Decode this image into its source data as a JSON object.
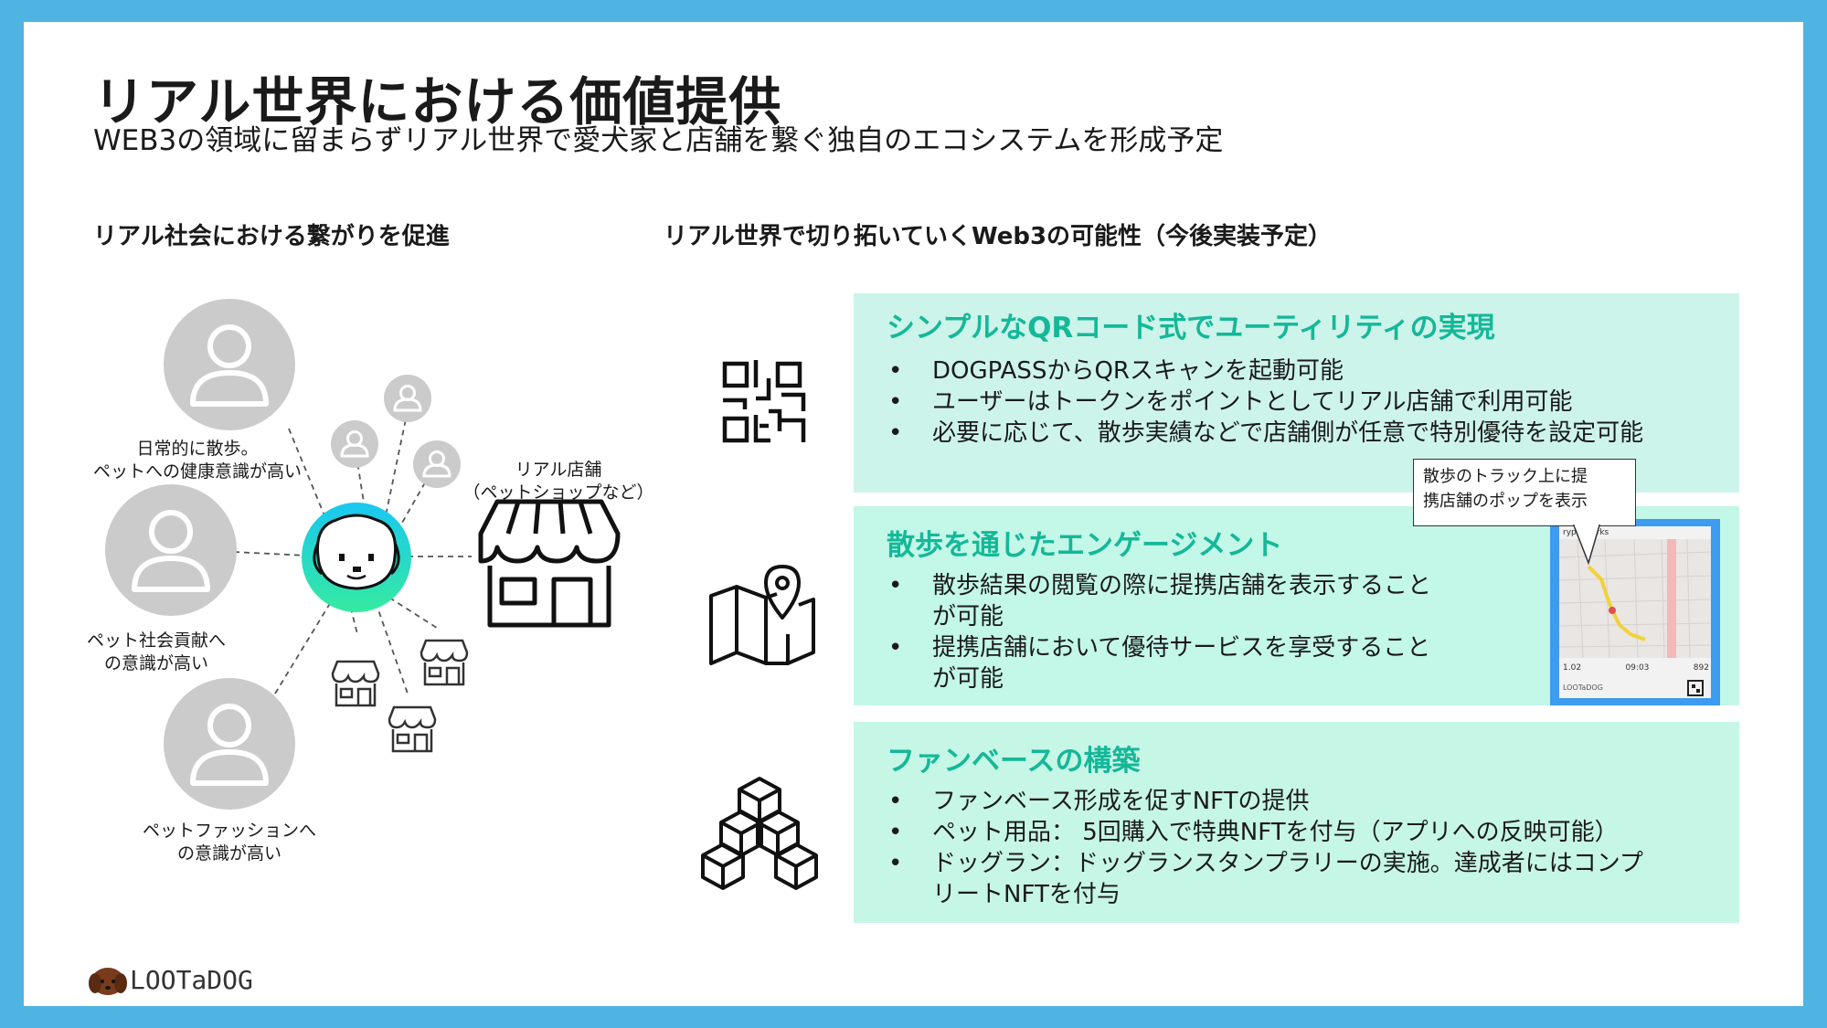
{
  "header": {
    "title": "リアル世界における価値提供",
    "subtitle": "WEB3の領域に留まらずリアル世界で愛犬家と店舗を繋ぐ独自のエコシステムを形成予定"
  },
  "left_section": {
    "heading": "リアル社会における繋がりを促進",
    "personas": [
      {
        "label_lines": [
          "日常的に散歩。",
          "ペットへの健康意識が高い"
        ],
        "icon": "person-icon"
      },
      {
        "label_lines": [
          "ペット社会貢献へ",
          "の意識が高い"
        ],
        "icon": "person-icon"
      },
      {
        "label_lines": [
          "ペットファッションへ",
          "の意識が高い"
        ],
        "icon": "person-icon"
      }
    ],
    "store_label_lines": [
      "リアル店舗",
      "（ペットショップなど）"
    ],
    "center_icon": "dog-face-icon",
    "store_icon": "storefront-icon"
  },
  "right_section": {
    "heading": "リアル世界で切り拓いていくWeb3の可能性（今後実装予定）",
    "cards": [
      {
        "title": "シンプルなQRコード式でユーティリティの実現",
        "icon": "qr-code-icon",
        "bg": "#cdf4ea",
        "bullets": [
          "DOGPASSからQRスキャンを起動可能",
          "ユーザーはトークンをポイントとしてリアル店舗で利用可能",
          "必要に応じて、散歩実績などで店舗側が任意で特別優待を設定可能"
        ]
      },
      {
        "title": "散歩を通じたエンゲージメント",
        "icon": "map-pin-icon",
        "bg": "#c3f7e8",
        "bullets": [
          "散歩結果の閲覧の際に提携店舗を表示すること\nが可能",
          "提携店舗において優待サービスを享受すること\nが可能"
        ]
      },
      {
        "title": "ファンベースの構築",
        "icon": "blocks-icon",
        "bg": "#c6f6e6",
        "bullets": [
          "ファンベース形成を促すNFTの提供",
          "ペット用品： 5回購入で特典NFTを付与（アプリへの反映可能）",
          "ドッグラン：ドッグランスタンプラリーの実施。達成者にはコンプ\nリートNFTを付与"
        ]
      }
    ],
    "callout_lines": [
      "散歩のトラック上に提",
      "携店舗のポップを表示"
    ],
    "phone_preview": {
      "header_text": "ryptoworks",
      "stats": [
        "1.02",
        "09:03",
        "892"
      ],
      "footer_logo": "LOOTaDOG"
    }
  },
  "footer": {
    "logo_text": "LOOTaDOG",
    "logo_icon": "dog-logo-icon"
  },
  "colors": {
    "frame": "#4fb4e2",
    "accent": "#14b898",
    "person_fill": "#cbcbcb",
    "center_fill": "#1fd5c0"
  }
}
